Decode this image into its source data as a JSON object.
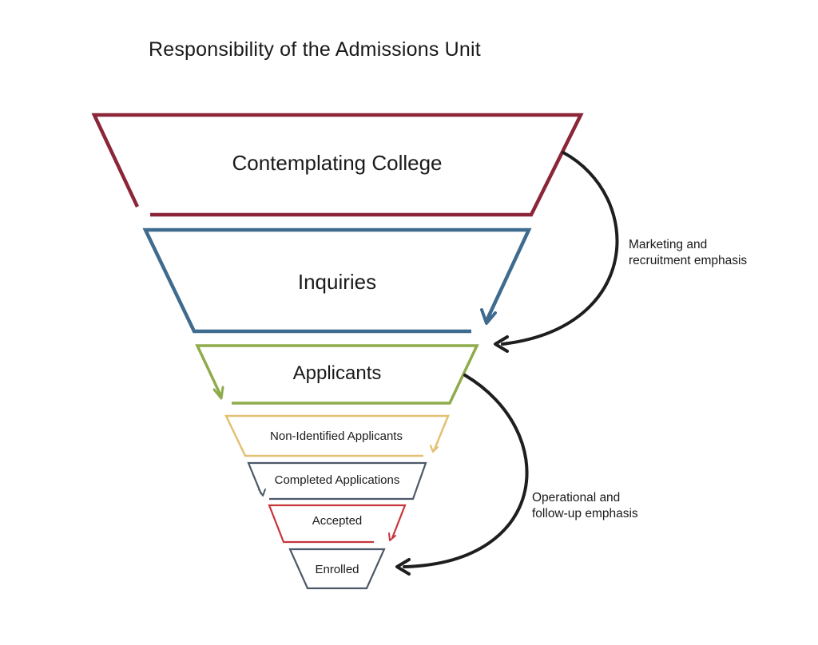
{
  "title": "Responsibility of the Admissions Unit",
  "stages": [
    {
      "label": "Contemplating College",
      "color": "#8b2638"
    },
    {
      "label": "Inquiries",
      "color": "#3f6b8e"
    },
    {
      "label": "Applicants",
      "color": "#8fac4c"
    },
    {
      "label": "Non-Identified Applicants",
      "color": "#e3c072"
    },
    {
      "label": "Completed Applications",
      "color": "#4d5868"
    },
    {
      "label": "Accepted",
      "color": "#c8353a"
    },
    {
      "label": "Enrolled",
      "color": "#4d5868"
    }
  ],
  "annotations": [
    {
      "line1": "Marketing and",
      "line2": "recruitment emphasis"
    },
    {
      "line1": "Operational and",
      "line2": "follow-up emphasis"
    }
  ],
  "arrow_color": "#1e1e1e"
}
